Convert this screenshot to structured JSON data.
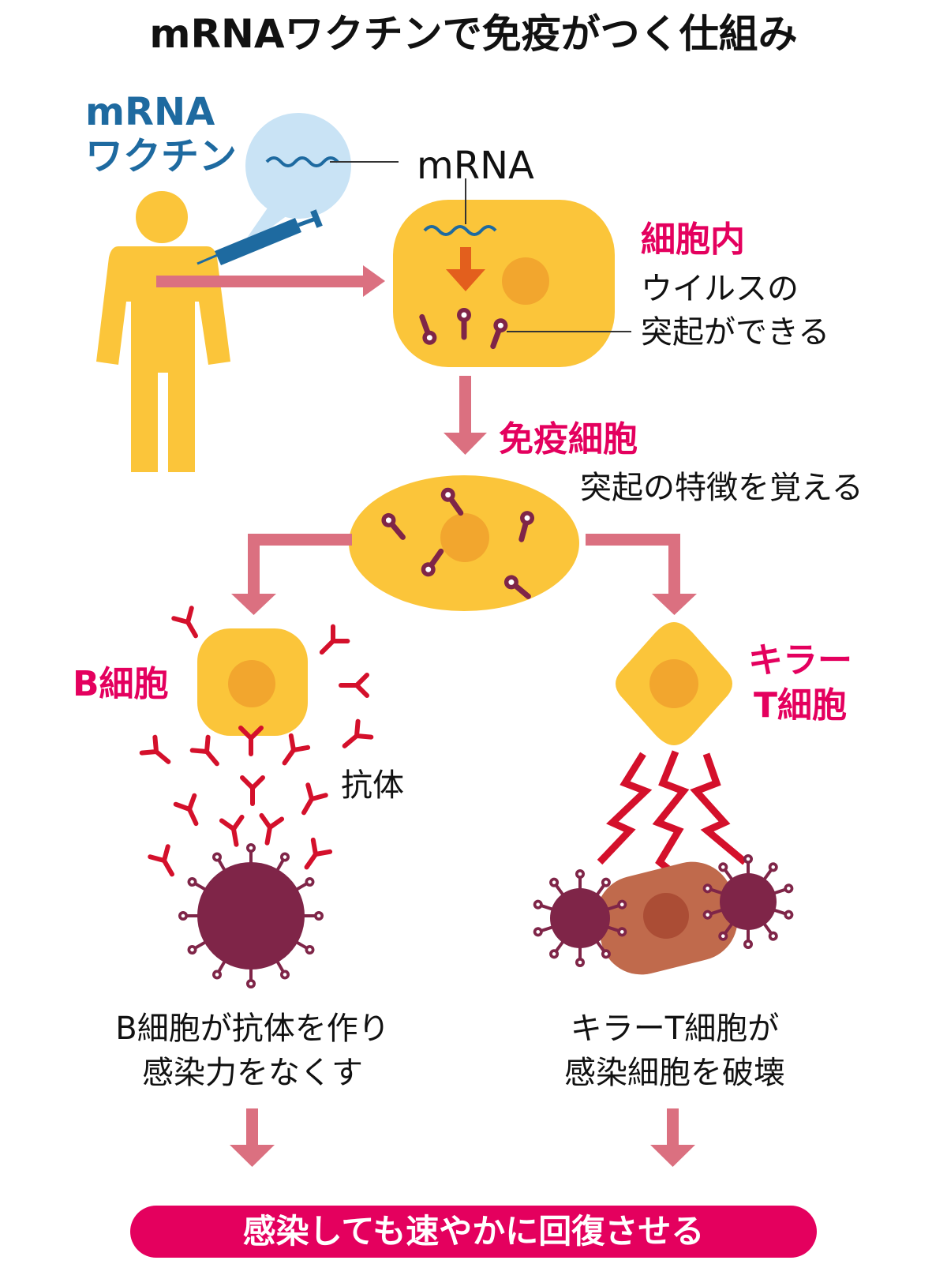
{
  "title": "mRNAワクチンで免疫がつく仕組み",
  "vaccine_label": [
    "mRNA",
    "ワクチン"
  ],
  "mrna_label": "mRNA",
  "intracellular": {
    "heading": "細胞内",
    "description": [
      "ウイルスの",
      "突起ができる"
    ]
  },
  "immune_cell": {
    "heading": "免疫細胞",
    "description": "突起の特徴を覚える"
  },
  "b_cell": {
    "heading": "B細胞",
    "antibody_label": "抗体",
    "caption": [
      "B細胞が抗体を作り",
      "感染力をなくす"
    ]
  },
  "killer_t_cell": {
    "heading": [
      "キラー",
      "T細胞"
    ],
    "caption": [
      "キラーT細胞が",
      "感染細胞を破壊"
    ]
  },
  "conclusion": "感染しても速やかに回復させる",
  "colors": {
    "title": "#111111",
    "vaccine_blue": "#1e6aa0",
    "heading_magenta": "#e4005e",
    "cell_yellow": "#fbc53a",
    "nucleus_orange": "#f2a62e",
    "spike_purple": "#7f2548",
    "antibody_red": "#d4102b",
    "arrow_pink": "#db7080",
    "infected_cell_brown": "#c06a4c",
    "speech_bubble": "#c9e3f5"
  },
  "icons": [
    "person-icon",
    "syringe-icon",
    "speech-bubble-icon",
    "mrna-strand-icon",
    "cell-icon",
    "spike-protein-icon",
    "antibody-icon",
    "virus-icon",
    "lightning-attack-icon",
    "arrow-icon"
  ]
}
